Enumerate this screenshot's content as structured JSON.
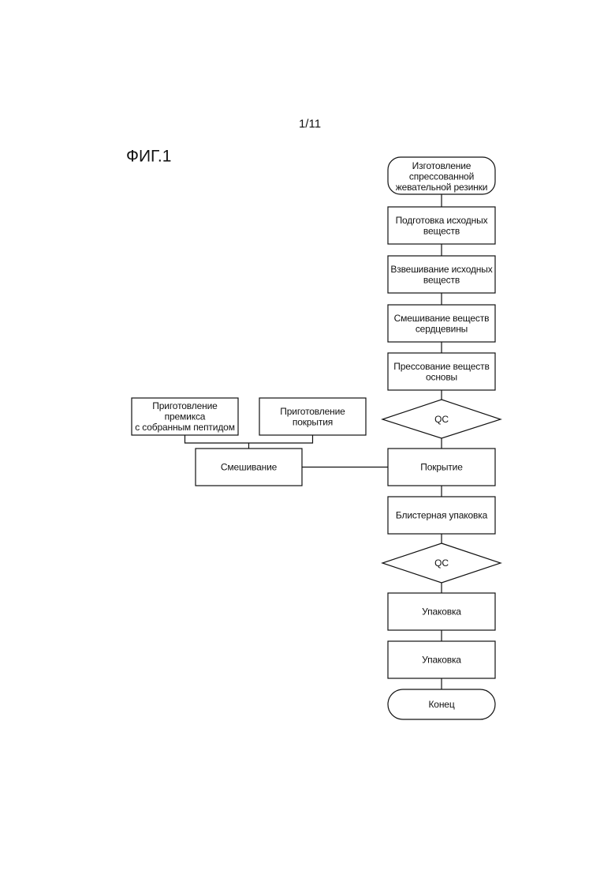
{
  "page_number": "1/11",
  "figure_label": "ФИГ.1",
  "nodes": {
    "start": {
      "lines": [
        "Изготовление",
        "спрессованной",
        "жевательной резинки"
      ]
    },
    "prepare_raw": {
      "lines": [
        "Подготовка исходных",
        "веществ"
      ]
    },
    "weigh_raw": {
      "lines": [
        "Взвешивание исходных",
        "веществ"
      ]
    },
    "mix_core": {
      "lines": [
        "Смешивание веществ",
        "сердцевины"
      ]
    },
    "press_base": {
      "lines": [
        "Прессование веществ",
        "основы"
      ]
    },
    "qc_1": {
      "lines": [
        "QC"
      ]
    },
    "coating": {
      "lines": [
        "Покрытие"
      ]
    },
    "blister": {
      "lines": [
        "Блистерная упаковка"
      ]
    },
    "qc_2": {
      "lines": [
        "QC"
      ]
    },
    "packaging_1": {
      "lines": [
        "Упаковка"
      ]
    },
    "packaging_2": {
      "lines": [
        "Упаковка"
      ]
    },
    "end": {
      "lines": [
        "Конец"
      ]
    },
    "premix": {
      "lines": [
        "Приготовление",
        "премикса",
        "с собранным пептидом"
      ]
    },
    "coating_prep": {
      "lines": [
        "Приготовление",
        "покрытия"
      ]
    },
    "mixing": {
      "lines": [
        "Смешивание"
      ]
    }
  }
}
